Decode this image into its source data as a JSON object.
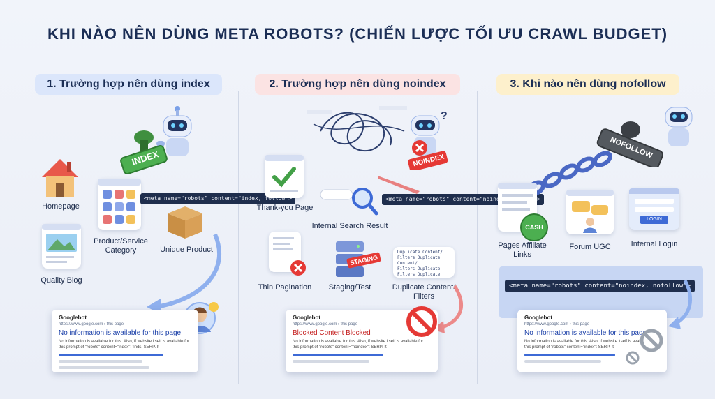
{
  "title": "KHI NÀO NÊN DÙNG META ROBOTS? (CHIẾN LƯỢC TỐI ƯU CRAWL BUDGET)",
  "sections": [
    {
      "heading": "1. Trường hợp nên dùng index",
      "stamp": "INDEX",
      "items": [
        "Homepage",
        "Product/Service Category",
        "Unique Product",
        "Quality Blog"
      ],
      "code": "<meta name=\"robots\" content=\"index, follow\">",
      "serp": {
        "bot": "Googlebot",
        "url": "https://www.google.com › this page",
        "headline": "No information is available for this page",
        "snippet": "No information is available for this. Also, if website itself is available for this prompt of \"robots\" content=\"index\": finds. SERP. It"
      }
    },
    {
      "heading": "2. Trường hợp nên dùng noindex",
      "stamp": "NOINDEX",
      "items": [
        "Thank-you Page",
        "Internal Search Result",
        "Thin Pagination",
        "Staging/Test",
        "Duplicate Content/ Filters"
      ],
      "staging_badge": "STAGING",
      "dup_doc_lines": [
        "Duplicate Content/",
        "Filters Duplicate Content/",
        "Filters Duplicate",
        "Filters Duplicate"
      ],
      "code": "<meta name=\"robots\" content=\"noindex, follow\">",
      "serp": {
        "bot": "Googlebot",
        "url": "https://www.google.com › this page",
        "headline": "Blocked Content Blocked",
        "snippet": "No information is available for this. Also, if website itself is available for this prompt of \"robots\" content=\"noindex\": SERP. It"
      }
    },
    {
      "heading": "3. Khi nào nên dùng nofollow",
      "stamp": "NOFOLLOW",
      "items": [
        "Pages Affiliate Links",
        "Forum UGC",
        "Internal Login"
      ],
      "cash_label": "CASH",
      "login_label": "LOGIN",
      "code": "<meta name=\"robots\" content=\"noindex, nofollow\">",
      "serp": {
        "bot": "Googlebot",
        "url": "https://www.google.com › this page",
        "headline": "No information is available for this page",
        "snippet": "No information is available for this. Also, if website itself is available for this prompt of \"robots\" content=\"index\": SERP. It"
      }
    }
  ],
  "colors": {
    "navy": "#1b2e55",
    "blue_pill": "#dbe6fb",
    "red_pill": "#fbe3e3",
    "yellow_pill": "#fdf0cc",
    "stamp_green": "#4caf50",
    "stamp_red": "#e53935",
    "stamp_grey": "#54595f"
  }
}
